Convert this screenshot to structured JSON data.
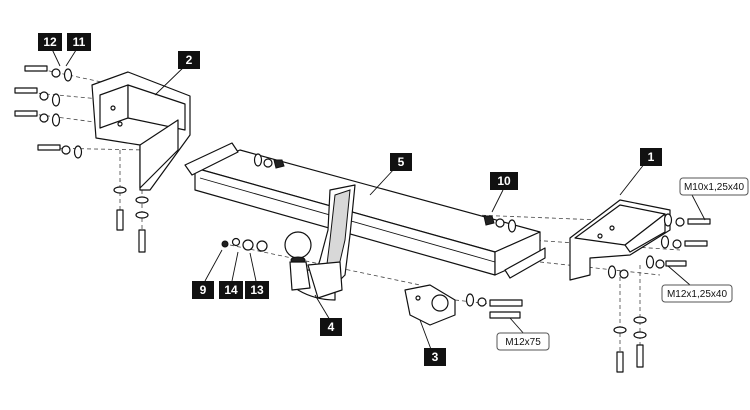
{
  "diagram": {
    "part_numbers": {
      "p1": "1",
      "p2": "2",
      "p3": "3",
      "p4": "4",
      "p5": "5",
      "p9": "9",
      "p10": "10",
      "p11": "11",
      "p12": "12",
      "p13": "13",
      "p14": "14"
    },
    "specs": {
      "m10": "M10x1,25x40",
      "m12": "M12x1,25x40",
      "m12x75": "M12x75"
    },
    "colors": {
      "ink": "#111111",
      "label_bg": "#111111",
      "label_text": "#ffffff",
      "shade": "#d8d8d8"
    }
  }
}
